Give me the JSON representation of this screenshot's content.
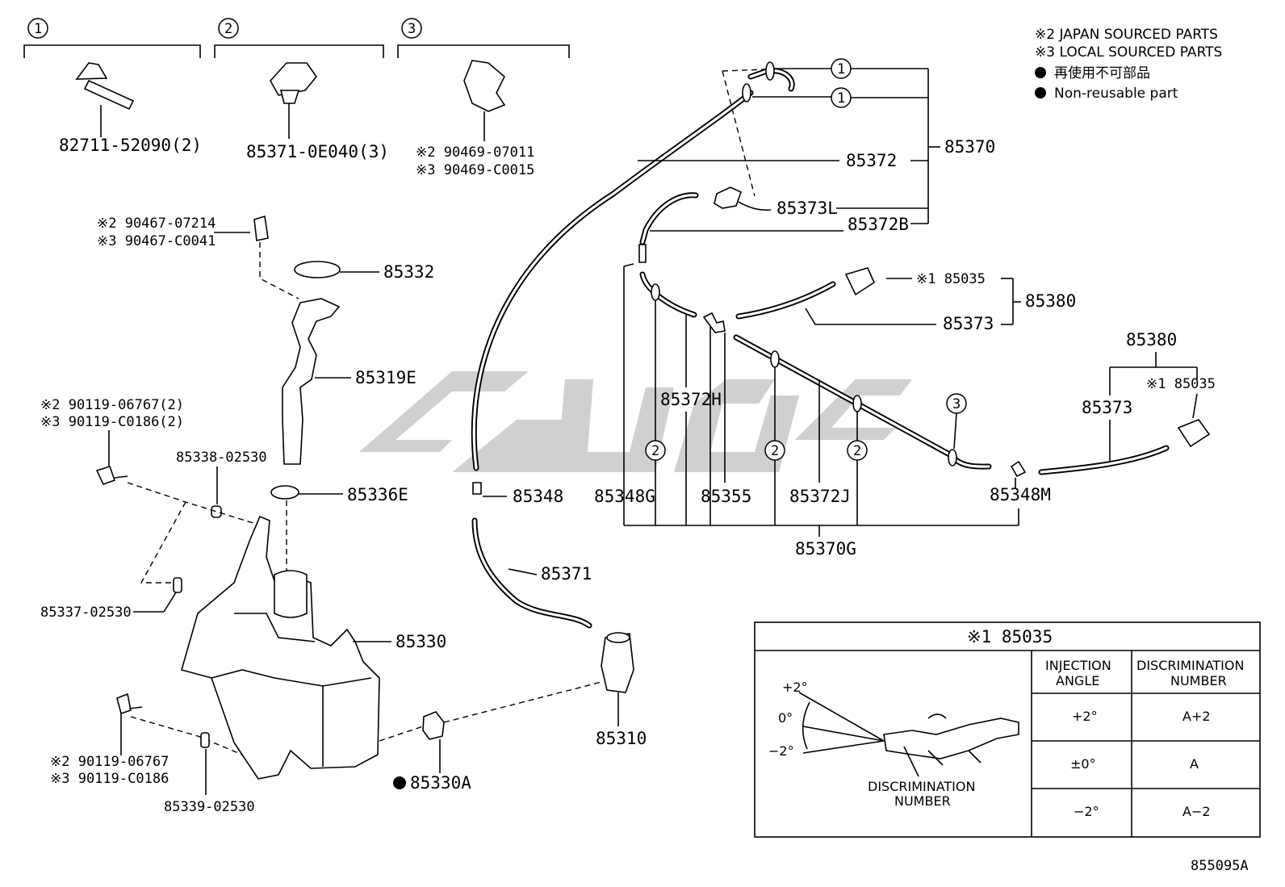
{
  "legend": {
    "japan": "※2 JAPAN SOURCED PARTS",
    "local": "※3 LOCAL SOURCED PARTS",
    "nonreuse_jp": "再使用不可部品",
    "nonreuse_en": "Non-reusable part"
  },
  "groups": {
    "g1": {
      "num": "1",
      "part": "82711-52090(2)"
    },
    "g2": {
      "num": "2",
      "part": "85371-0E040(3)"
    },
    "g3": {
      "num": "3",
      "part_a": "※2 90469-07011",
      "part_b": "※3 90469-C0015"
    }
  },
  "labels": {
    "clip_a": "※2 90467-07214",
    "clip_b": "※3 90467-C0041",
    "p85332": "85332",
    "p85319E": "85319E",
    "bolt_a": "※2 90119-06767(2)",
    "bolt_b": "※3 90119-C0186(2)",
    "p85338": "85338-02530",
    "p85336E": "85336E",
    "p85337": "85337-02530",
    "p85330": "85330",
    "bolt2_a": "※2 90119-06767",
    "bolt2_b": "※3 90119-C0186",
    "p85339": "85339-02530",
    "p85330A": "85330A",
    "p85348": "85348",
    "p85371": "85371",
    "p85310": "85310",
    "p85372": "85372",
    "p85370": "85370",
    "p85373L": "85373L",
    "p85372B": "85372B",
    "p85035": "※1 85035",
    "p85380": "85380",
    "p85373": "85373",
    "p85372H": "85372H",
    "p85348G": "85348G",
    "p85355": "85355",
    "p85372J": "85372J",
    "p85348M": "85348M",
    "p85370G": "85370G",
    "p85380r": "85380",
    "p85373r": "85373",
    "p85035r": "※1 85035",
    "c1": "1",
    "c2": "2",
    "c3": "3"
  },
  "table": {
    "title": "※1 85035",
    "col1": [
      "INJECTION",
      "ANGLE"
    ],
    "col2": [
      "DISCRIMINATION",
      "NUMBER"
    ],
    "rows": [
      {
        "angle": "+2°",
        "num": "A+2"
      },
      {
        "angle": "±0°",
        "num": "A"
      },
      {
        "angle": "−2°",
        "num": "A−2"
      }
    ],
    "angle_plus": "+2°",
    "angle_zero": "0°",
    "angle_minus": "−2°",
    "disc_label": [
      "DISCRIMINATION",
      "NUMBER"
    ]
  },
  "illustration_code": "855095A"
}
